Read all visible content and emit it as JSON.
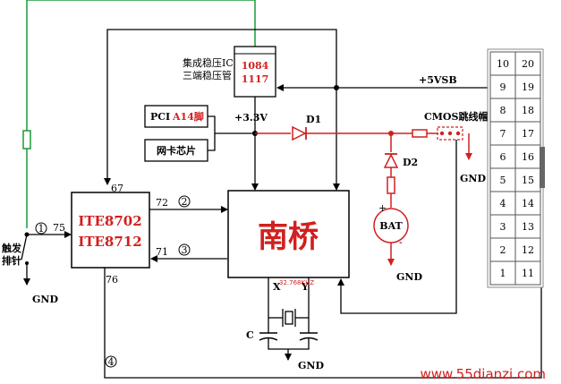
{
  "ic": {
    "name_cn": "集成稳压IC",
    "desc_cn": "三端稳压管",
    "part1": "1084",
    "part2": "1117"
  },
  "sb": {
    "name": "南桥"
  },
  "ite": {
    "line1": "ITE8702",
    "line2": "ITE8712",
    "pin67": "67",
    "pin72": "72",
    "pin71": "71",
    "pin75": "75",
    "pin76": "76"
  },
  "pci": {
    "prefix": "PCI",
    "pin": "A14脚"
  },
  "nic": {
    "label": "网卡芯片"
  },
  "power": {
    "v33": "+3.3V",
    "v5sb": "+5VSB"
  },
  "diodes": {
    "d1": "D1",
    "d2": "D2"
  },
  "cmos": {
    "label": "CMOS跳线帽"
  },
  "battery": {
    "label": "BAT",
    "plus": "+",
    "minus": "-"
  },
  "crystal": {
    "freq": "32.768KHZ",
    "x": "X",
    "y": "Y",
    "cap": "C"
  },
  "gnd": {
    "label": "GND"
  },
  "trigger": {
    "label1": "触发",
    "label2": "排针"
  },
  "steps": [
    "1",
    "2",
    "3",
    "4"
  ],
  "connector": {
    "rows": [
      [
        "10",
        "20"
      ],
      [
        "9",
        "19"
      ],
      [
        "8",
        "18"
      ],
      [
        "7",
        "17"
      ],
      [
        "6",
        "16"
      ],
      [
        "5",
        "15"
      ],
      [
        "4",
        "14"
      ],
      [
        "3",
        "13"
      ],
      [
        "2",
        "12"
      ],
      [
        "1",
        "11"
      ]
    ]
  },
  "watermark": "www.55dianzi.com",
  "colors": {
    "red": "#d0201f",
    "green": "#1a9a3a",
    "wire": "#000000",
    "gray": "#888888"
  }
}
